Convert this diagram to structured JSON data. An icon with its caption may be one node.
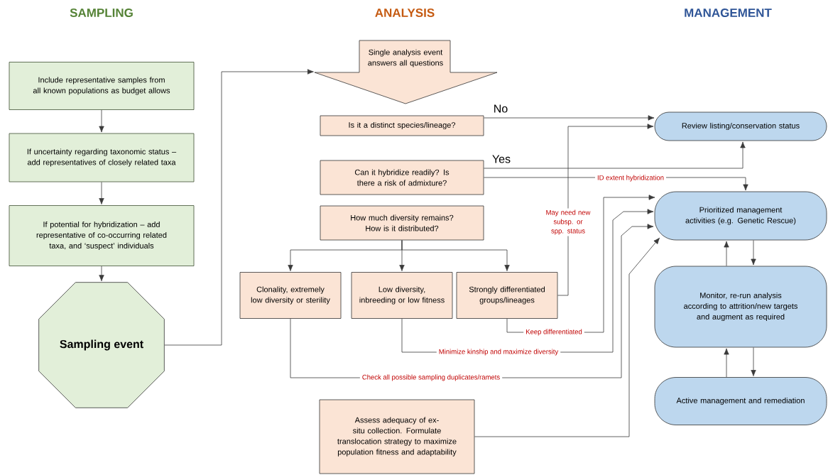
{
  "diagram": {
    "nodes": [
      {
        "text": [
          "Include representative samples from all known populations as budget allows"
        ]
      },
      {
        "text": [
          "If uncertainty regarding taxonomic status – add representatives of closely related taxa"
        ]
      },
      {
        "text": [
          "If potential for hybridization – add representative of co-occurring related taxa, and ‘suspect’ individuals"
        ]
      },
      {
        "text": [
          "Sampling event"
        ]
      },
      {
        "text": [
          "Single analysis event answers all questions"
        ]
      },
      {
        "text": [
          "Is it a distinct species/lineage?"
        ]
      },
      {
        "text": [
          "Can it hybridize readily? Is there a risk of admixture?"
        ]
      },
      {
        "text": [
          "How much diversity remains? How is it distributed?"
        ]
      },
      {
        "text": [
          "Clonality, extremely low diversity or sterility"
        ]
      },
      {
        "text": [
          "Low diversity, inbreeding or low fitness"
        ]
      },
      {
        "text": [
          "Strongly differentiated groups/lineages"
        ]
      },
      {
        "text": [
          "Assess adequacy of ex-situ collection. Formulate translocation strategy to maximize population fitness and adaptability"
        ]
      },
      {
        "text": [
          "Review listing/conservation status"
        ]
      },
      {
        "text": [
          "Prioritized management activities (e.g. Genetic Rescue)"
        ]
      },
      {
        "text": [
          "Monitor, re-run analysis according to attrition/new targets and augment as required"
        ]
      },
      {
        "text": [
          "Active management and remediation"
        ]
      }
    ],
    "edges": [
      {
        "from": 0,
        "to": 1,
        "arrow": "to"
      },
      {
        "from": 1,
        "to": 2,
        "arrow": "to"
      },
      {
        "from": 2,
        "to": 3,
        "arrow": "to"
      },
      {
        "from": 3,
        "to": 4,
        "arrow": "to"
      },
      {
        "from": 5,
        "to": 12,
        "arrow": "to",
        "label": "No"
      },
      {
        "from": 6,
        "to": 12,
        "arrow": "to",
        "label": "Yes"
      },
      {
        "from": 6,
        "to": 13,
        "arrow": "to",
        "label": "ID extent hybridization"
      },
      {
        "from": 7,
        "to": 8,
        "arrow": "to"
      },
      {
        "from": 7,
        "to": 9,
        "arrow": "to"
      },
      {
        "from": 7,
        "to": 10,
        "arrow": "to"
      },
      {
        "from": 10,
        "to": 12,
        "arrow": "to",
        "label": "May need new subsp. or spp. status"
      },
      {
        "from": 10,
        "to": 13,
        "arrow": "to",
        "label": "Keep differentiated"
      },
      {
        "from": 9,
        "to": 13,
        "arrow": "to",
        "label": "Minimize kinship and maximize diversity"
      },
      {
        "from": 8,
        "to": 13,
        "arrow": "to",
        "label": "Check all possible sampling duplicates/ramets"
      },
      {
        "from": 11,
        "to": 13,
        "arrow": "to"
      },
      {
        "from": 13,
        "to": 14,
        "arrow": "to"
      },
      {
        "from": 14,
        "to": 13,
        "arrow": "to"
      },
      {
        "from": 14,
        "to": 15,
        "arrow": "to"
      },
      {
        "from": 15,
        "to": 14,
        "arrow": "to"
      }
    ],
    "labels": [
      "SAMPLING",
      "ANALYSIS",
      "MANAGEMENT"
    ]
  }
}
